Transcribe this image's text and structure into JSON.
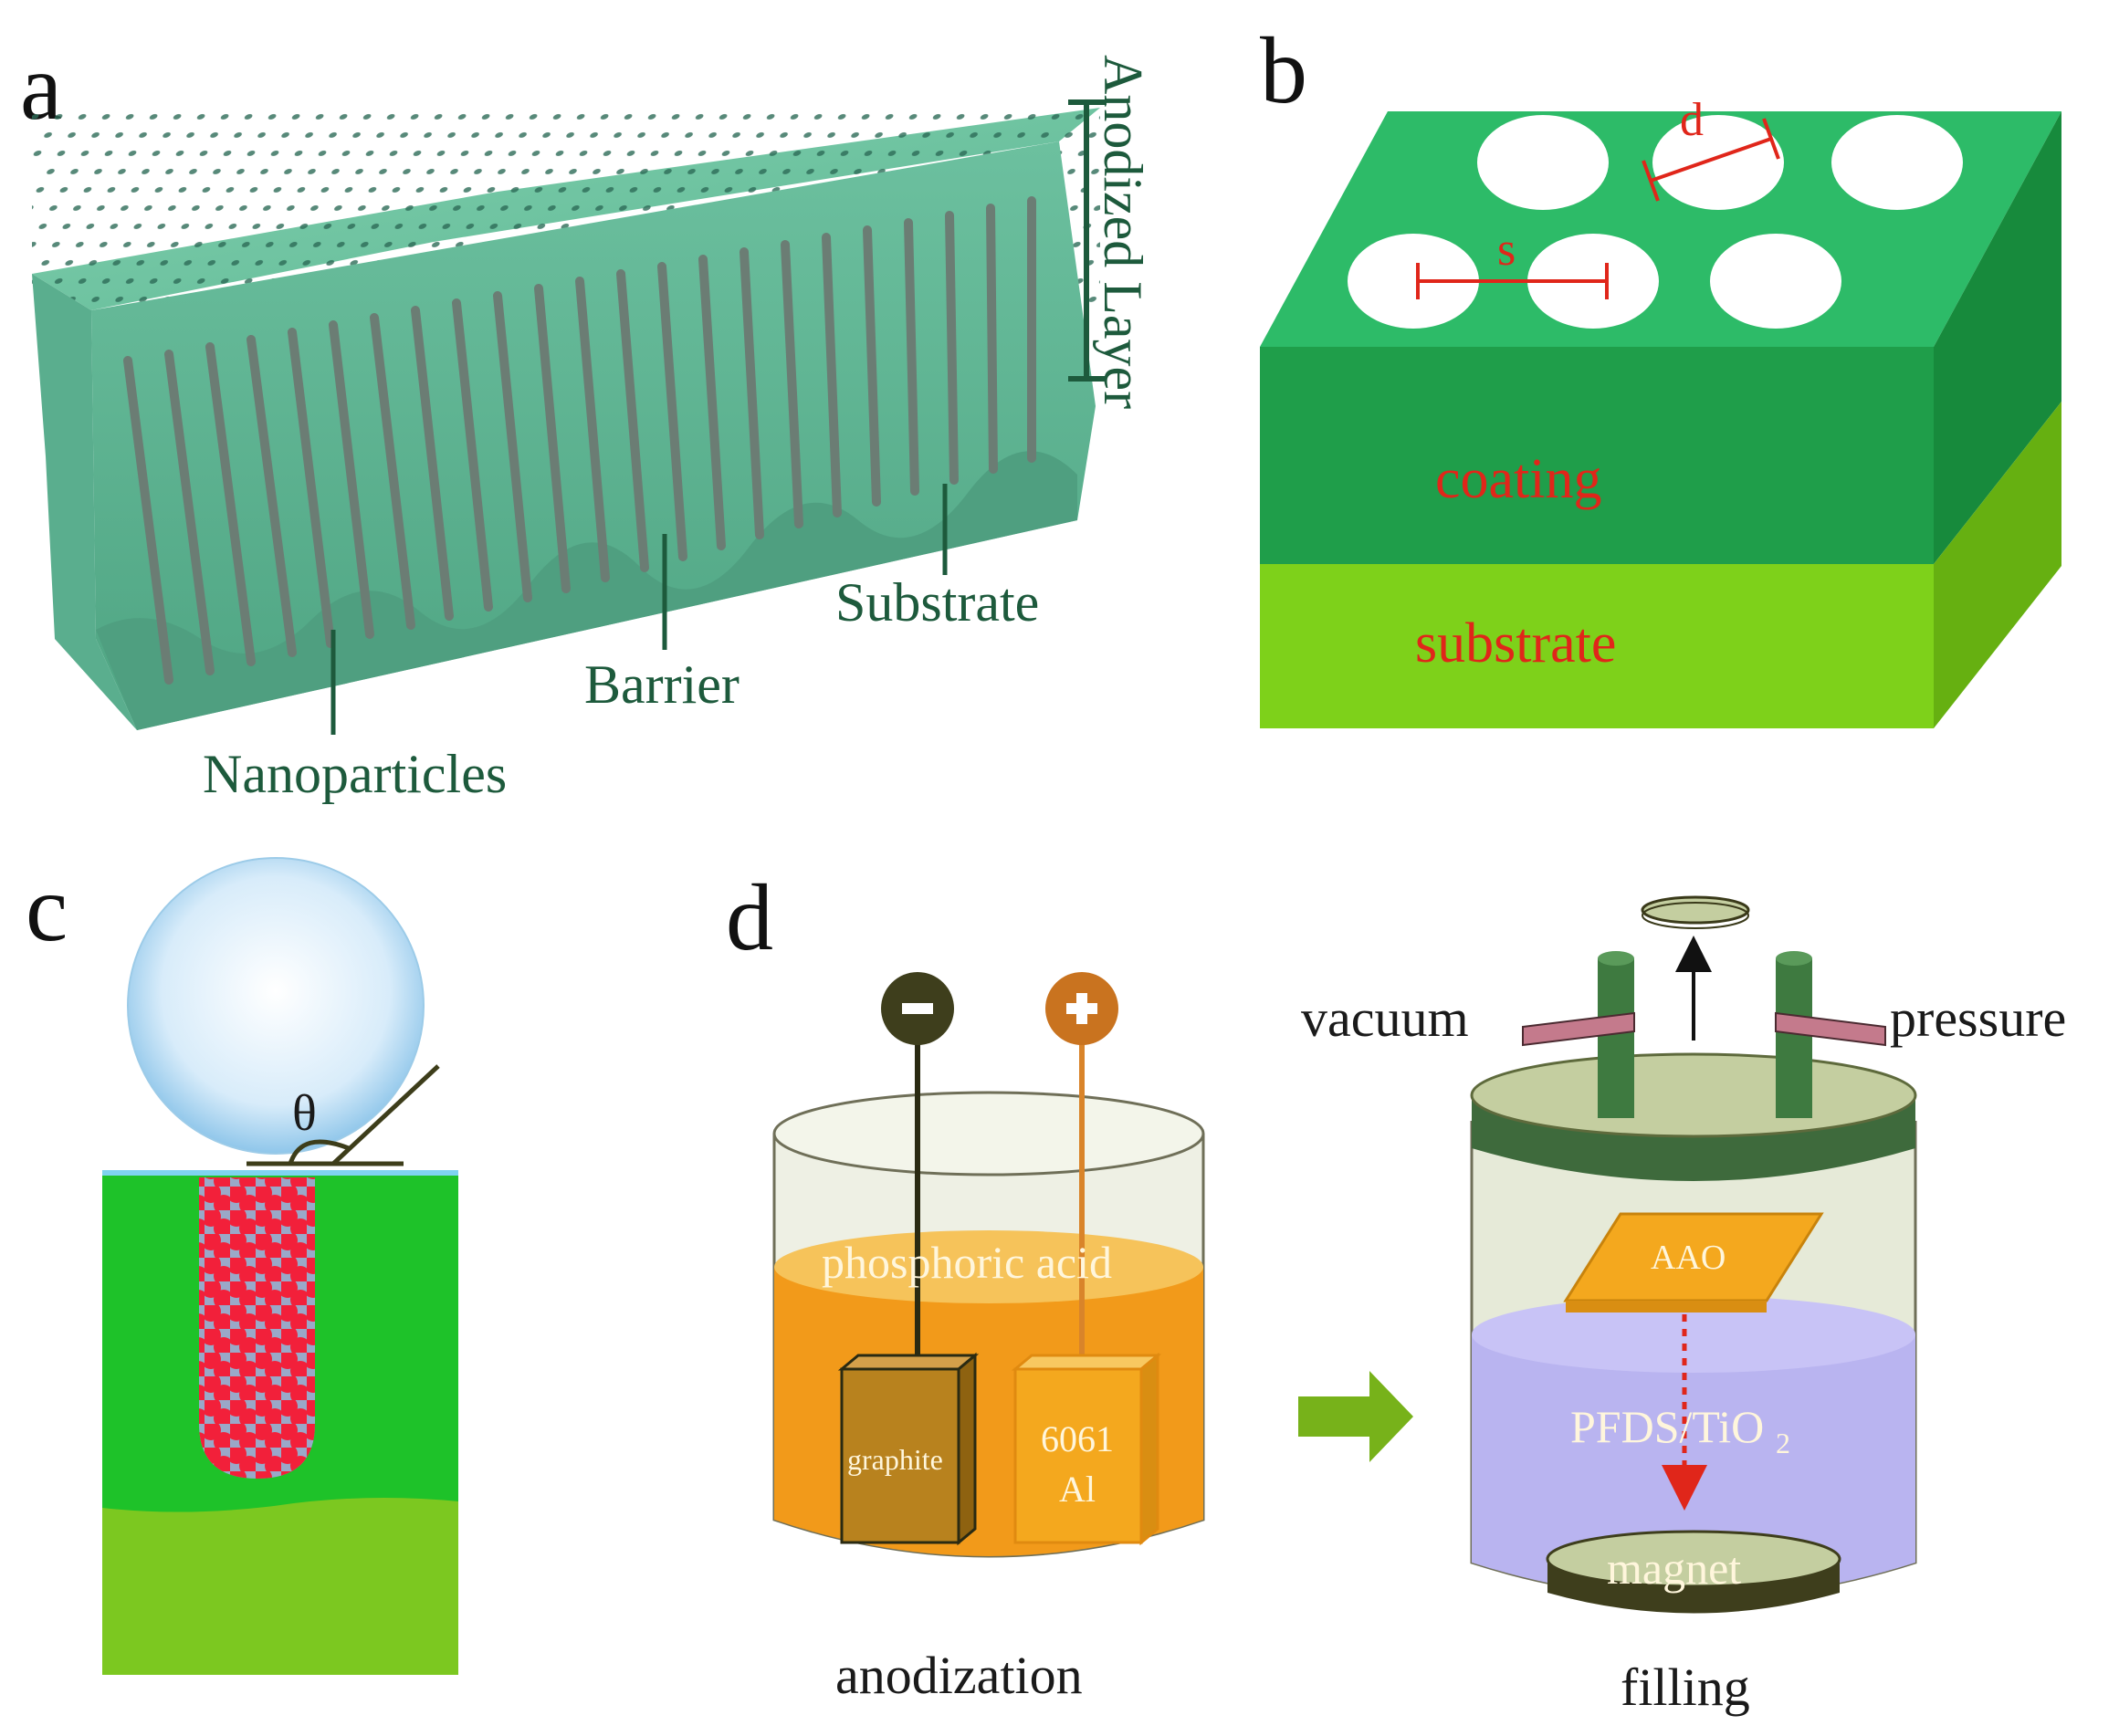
{
  "panels": {
    "a": {
      "letter": "a",
      "labels": {
        "anodized_layer": "Anodized Layer",
        "substrate": "Substrate",
        "barrier": "Barrier",
        "nanoparticles": "Nanoparticles"
      }
    },
    "b": {
      "letter": "b",
      "labels": {
        "d": "d",
        "s": "s",
        "coating": "coating",
        "substrate": "substrate"
      }
    },
    "c": {
      "letter": "c",
      "labels": {
        "theta": "θ"
      }
    },
    "d": {
      "letter": "d",
      "labels": {
        "phosphoric_acid": "phosphoric acid",
        "graphite": "graphite",
        "al_line1": "6061",
        "al_line2": "Al",
        "anodization": "anodization",
        "vacuum": "vacuum",
        "pressure": "pressure",
        "aao": "AAO",
        "pfds": "PFDS/TiO",
        "pfds_sub": "2",
        "magnet": "magnet",
        "filling": "filling"
      }
    }
  },
  "colors": {
    "panel_a_body": "#6fc3a2",
    "coating": "#1f9e4a",
    "substrate": "#7ed11a",
    "red_label": "#e0261a",
    "acid": "#f29a1a",
    "liquid": "#b9b4f0"
  }
}
